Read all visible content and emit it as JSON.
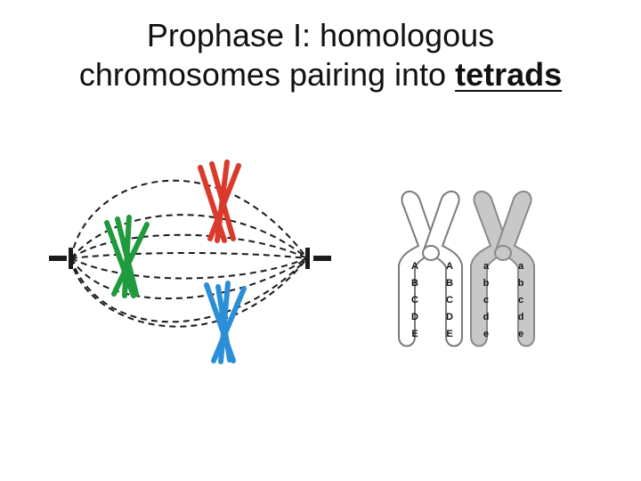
{
  "title": {
    "line1": "Prophase I: homologous",
    "line2_prefix": "chromosomes pairing into ",
    "line2_emphasis": "tetrads"
  },
  "colors": {
    "red_pair": "#d93a2b",
    "green_pair": "#1f9a3c",
    "blue_pair": "#2a8fd6",
    "light_homolog": "#ffffff",
    "dark_homolog": "#c8c8c8",
    "spindle": "#1a1a1a"
  },
  "homolog_left": {
    "alleles": [
      "A",
      "B",
      "C",
      "D",
      "E"
    ]
  },
  "homolog_right": {
    "alleles": [
      "a",
      "b",
      "c",
      "d",
      "e"
    ]
  }
}
